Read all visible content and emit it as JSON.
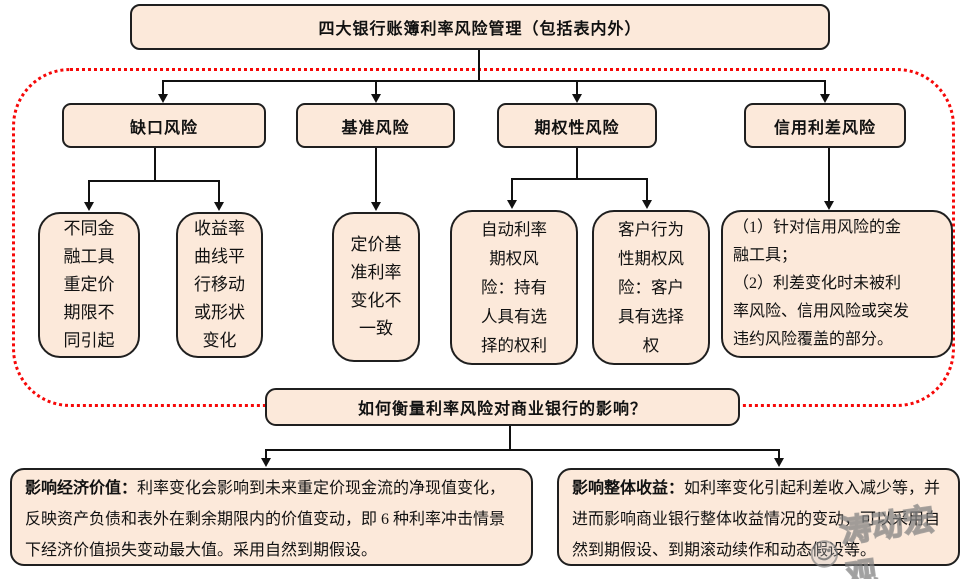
{
  "title": "四大银行账簿利率风险管理（包括表内外）",
  "categories": [
    {
      "label": "缺口风险"
    },
    {
      "label": "基准风险"
    },
    {
      "label": "期权性风险"
    },
    {
      "label": "信用利差风险"
    }
  ],
  "details": [
    {
      "text": "不同金\n融工具\n重定价\n期限不\n同引起"
    },
    {
      "text": "收益率\n曲线平\n行移动\n或形状\n变化"
    },
    {
      "text": "定价基\n准利率\n变化不\n一致"
    },
    {
      "text": "自动利率\n期权风\n险：持有\n人具有选\n择的权利"
    },
    {
      "text": "客户行为\n性期权风\n险：客户\n具有选择\n权"
    },
    {
      "text": "（1）针对信用风险的金\n融工具；\n（2）利差变化时未被利\n率风险、信用风险或突发\n违约风险覆盖的部分。"
    }
  ],
  "question": "如何衡量利率风险对商业银行的影响？",
  "impacts": [
    {
      "label": "影响经济价值：",
      "text": "利率变化会影响到未来重定价现金流的净现值变化，反映资产负债和表外在剩余期限内的价值变动，即 6 种利率冲击情景下经济价值损失变动最大值。采用自然到期假设。"
    },
    {
      "label": "影响整体收益：",
      "text": "如利率变化引起利差收入减少等，并进而影响商业银行整体收益情况的变动，可以采用自然到期假设、到期滚动续作和动态假设等。"
    }
  ],
  "watermark": "涛动宏观",
  "colors": {
    "box_fill": "#fce9da",
    "box_border": "#1f1f1f",
    "dashed_frame": "#f60808",
    "text": "#111111",
    "watermark_gray": "#808080"
  }
}
